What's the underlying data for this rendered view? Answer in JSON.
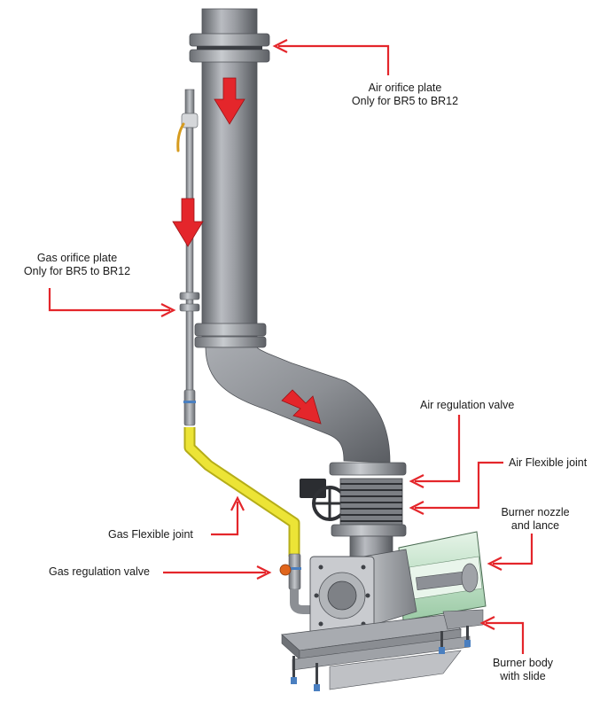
{
  "labels": {
    "air_orifice": {
      "line1": "Air orifice plate",
      "line2": "Only for BR5 to BR12"
    },
    "gas_orifice": {
      "line1": "Gas orifice plate",
      "line2": "Only for BR5 to BR12"
    },
    "air_regulation_valve": "Air regulation valve",
    "air_flexible_joint": "Air Flexible joint",
    "burner_nozzle": {
      "line1": "Burner nozzle",
      "line2": "and lance"
    },
    "gas_flexible_joint": "Gas Flexible joint",
    "gas_regulation_valve": "Gas regulation valve",
    "burner_body": {
      "line1": "Burner body",
      "line2": "with slide"
    }
  },
  "colors": {
    "arrow": "#e4262b",
    "pipe": "#8a8d92",
    "gas_joint": "#e8e030",
    "nozzle": "#cfe8d4"
  }
}
